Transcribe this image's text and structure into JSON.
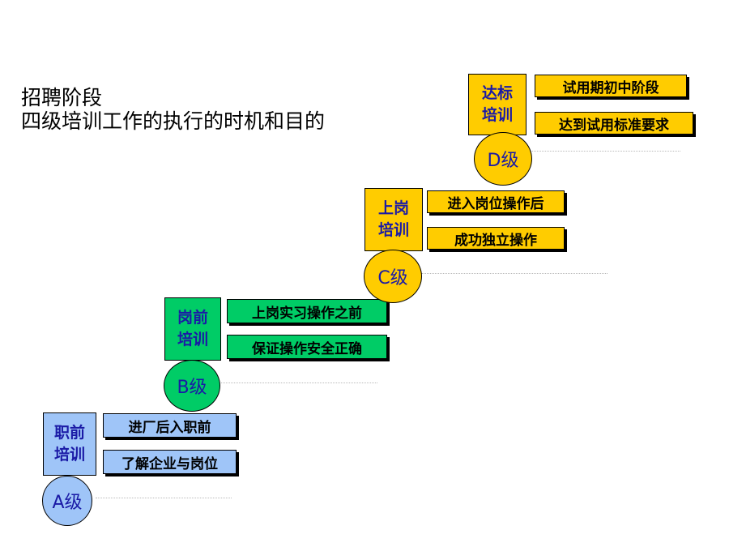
{
  "title": {
    "line1": "招聘阶段",
    "line2": "四级培训工作的执行的时机和目的"
  },
  "stages": [
    {
      "box_line1": "职前",
      "box_line2": "培训",
      "level": "A级",
      "items": [
        "进厂后入职前",
        "了解企业与岗位"
      ],
      "color": "#9fc5f8"
    },
    {
      "box_line1": "岗前",
      "box_line2": "培训",
      "level": "B级",
      "items": [
        "上岗实习操作之前",
        "保证操作安全正确"
      ],
      "color": "#00cc66"
    },
    {
      "box_line1": "上岗",
      "box_line2": "培训",
      "level": "C级",
      "items": [
        "进入岗位操作后",
        "成功独立操作"
      ],
      "color": "#ffcc00"
    },
    {
      "box_line1": "达标",
      "box_line2": "培训",
      "level": "D级",
      "items": [
        "试用期初中阶段",
        "达到试用标准要求"
      ],
      "color": "#ffcc00"
    }
  ]
}
